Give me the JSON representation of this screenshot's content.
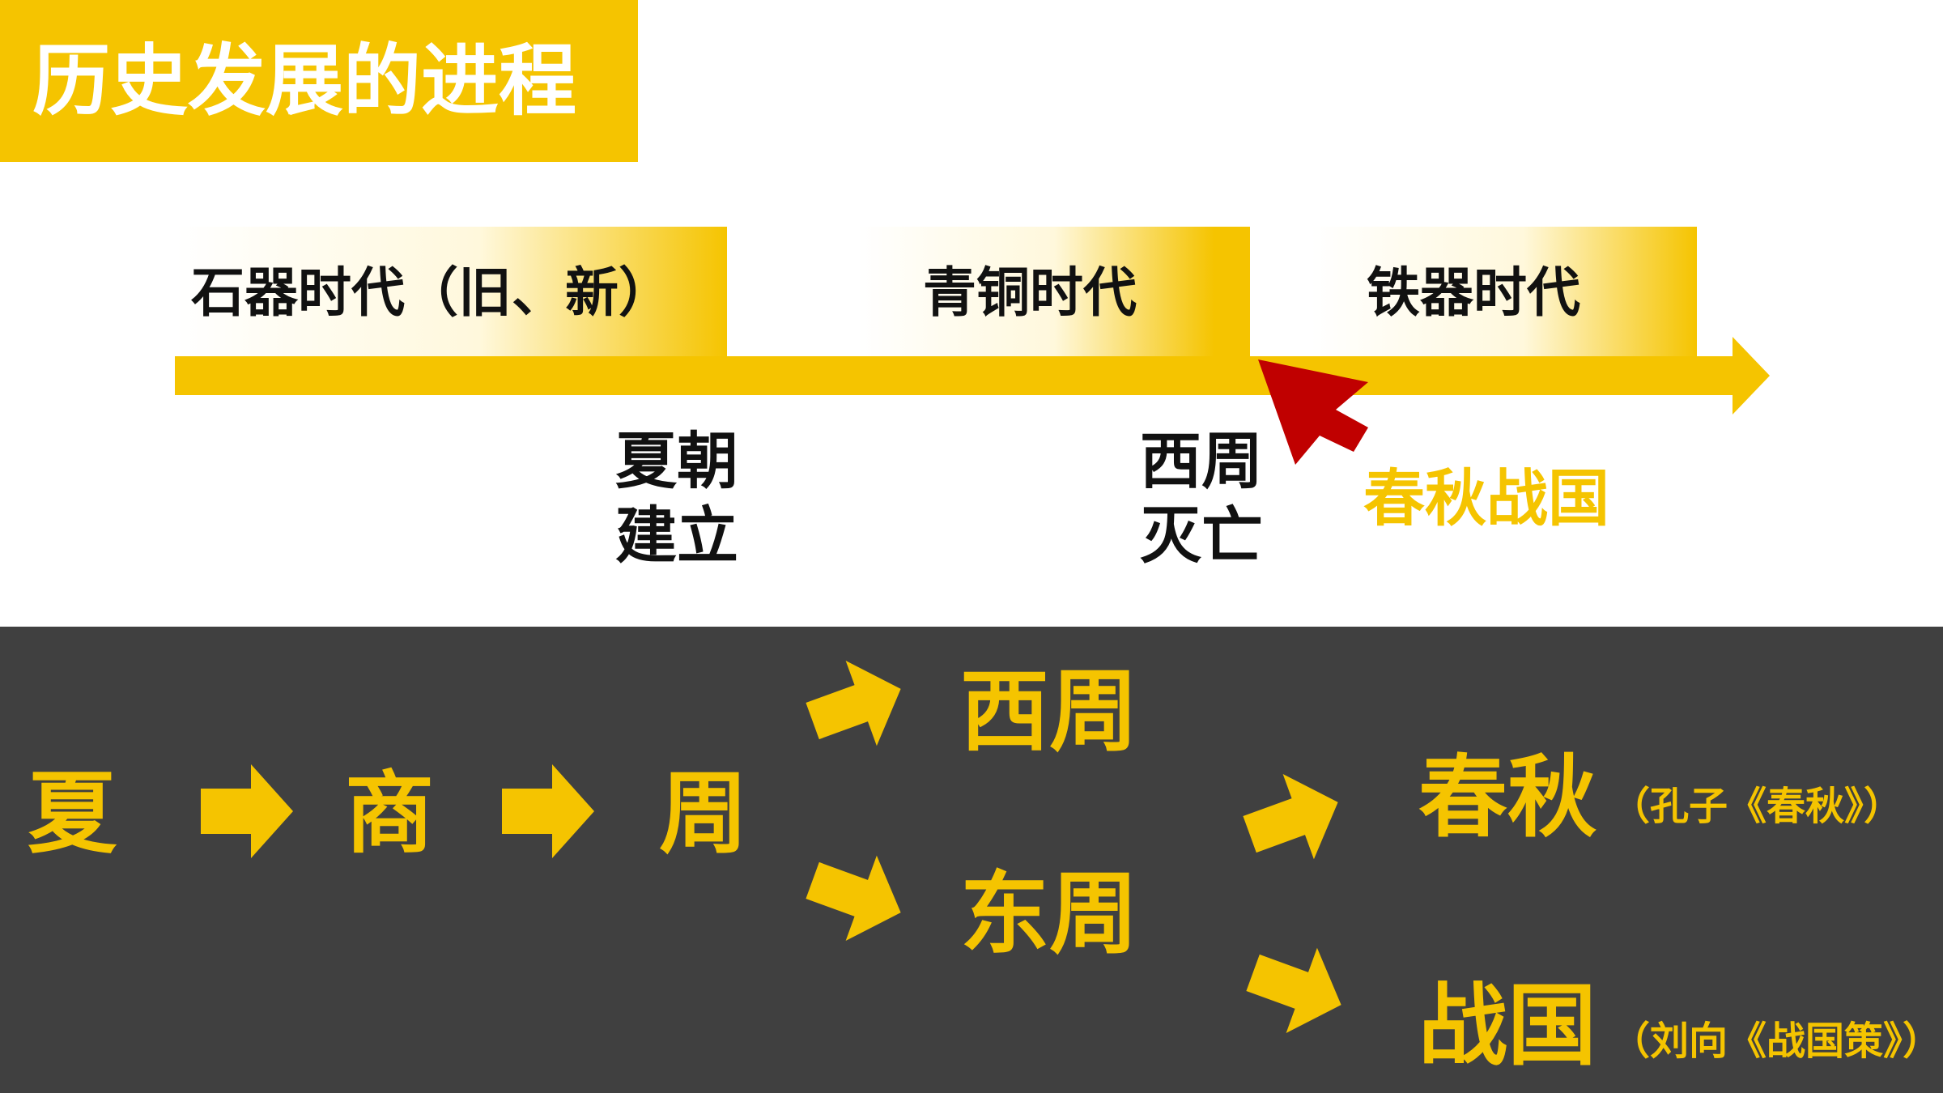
{
  "title": "历史发展的进程",
  "timeline": {
    "eras": [
      "石器时代（旧、新）",
      "青铜时代",
      "铁器时代"
    ],
    "events": [
      {
        "line1": "夏朝",
        "line2": "建立"
      },
      {
        "line1": "西周",
        "line2": "灭亡"
      }
    ],
    "pointer_label": "春秋战国"
  },
  "dynasties": {
    "chain": [
      "夏",
      "商",
      "周"
    ],
    "zhou_split": [
      "西周",
      "东周"
    ],
    "dongzhou_split": [
      {
        "name": "春秋",
        "note": "（孔子《春秋》）"
      },
      {
        "name": "战国",
        "note": "（刘向《战国策》）"
      }
    ]
  },
  "colors": {
    "accent": "#f5c400",
    "pointer": "#c00000",
    "panel": "#404040"
  }
}
